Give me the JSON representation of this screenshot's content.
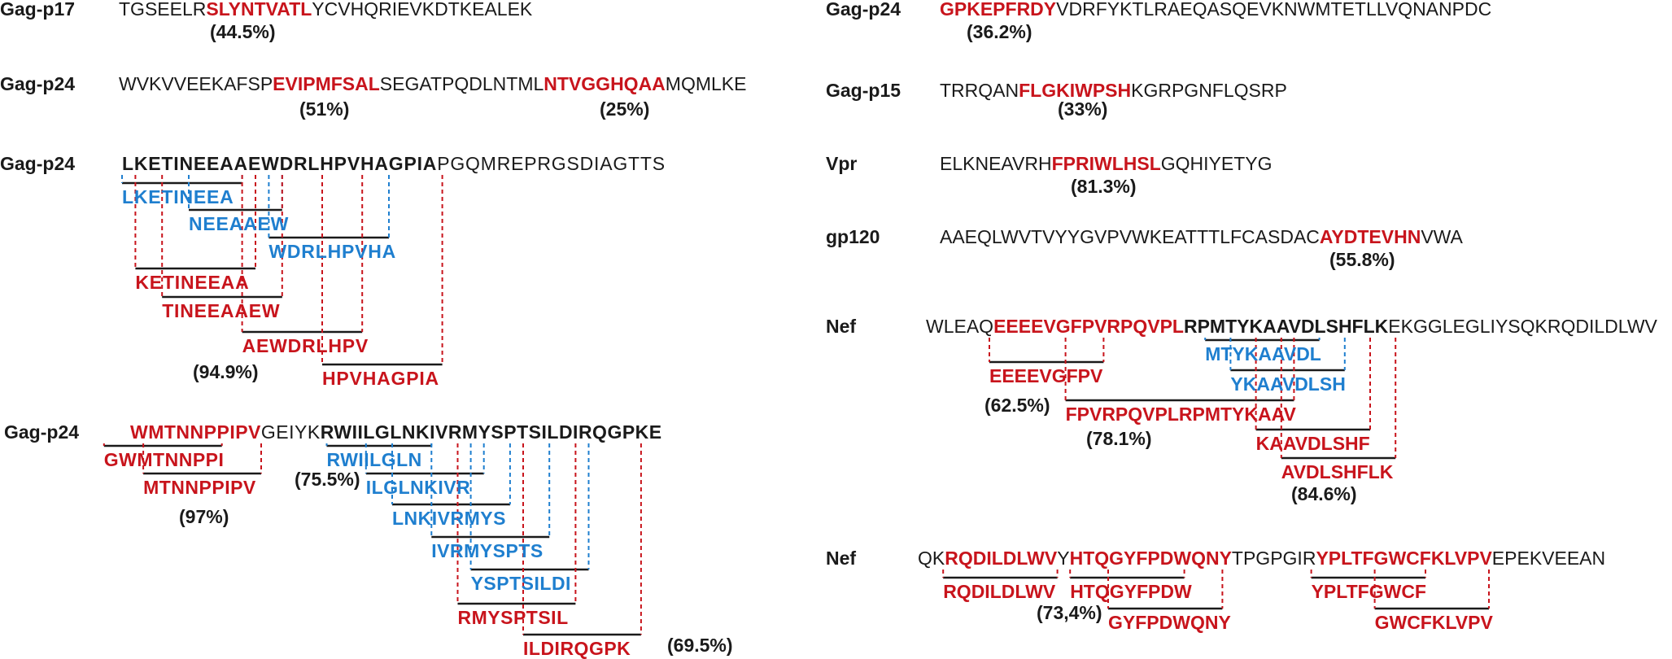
{
  "colors": {
    "epitope": "#c8141c",
    "blue_peptide": "#1f7fcf",
    "text": "#1a1a1a"
  },
  "sequences": [
    {
      "id": "s1",
      "label": "Gag-p17",
      "segments": [
        [
          "TGSEELR",
          "n"
        ],
        [
          "SLYNTVATL",
          "r"
        ],
        [
          "YCVHQRIEVKDTKEALEK",
          "n"
        ]
      ]
    },
    {
      "id": "s2",
      "label": "Gag-p24",
      "segments": [
        [
          "WVKVVEEKAFSP",
          "n"
        ],
        [
          "EVIPMFSAL",
          "r"
        ],
        [
          "SEGATPQDLNTML",
          "n"
        ],
        [
          "NTVGGHQAA",
          "r"
        ],
        [
          "MQMLKE",
          "n"
        ]
      ]
    },
    {
      "id": "s3",
      "label": "Gag-p24",
      "segments": [
        [
          "LKETINEEAAEWDRLHPVHAGPIA",
          "b"
        ],
        [
          "PGQMREPRGSDIAGTTS",
          "n"
        ]
      ]
    },
    {
      "id": "s4",
      "label": "Gag-p24",
      "segments": [
        [
          "WMTNNPPIPV",
          "r"
        ],
        [
          "GEIYK",
          "n"
        ],
        [
          "RWIILGLNKIVRMYSPTSILDIRQGPKE",
          "b"
        ]
      ]
    },
    {
      "id": "s5",
      "label": "Gag-p24",
      "segments": [
        [
          "GPKEPFRDY",
          "r"
        ],
        [
          "VDRFYKTLRAEQASQEVKNWMTETLLVQNANPDC",
          "n"
        ]
      ]
    },
    {
      "id": "s6",
      "label": "Gag-p15",
      "segments": [
        [
          "TRRQAN",
          "n"
        ],
        [
          "FLGKIWPSH",
          "r"
        ],
        [
          "KGRPGNFLQSRP",
          "n"
        ]
      ]
    },
    {
      "id": "s7",
      "label": "Vpr",
      "segments": [
        [
          "ELKNEAVRH",
          "n"
        ],
        [
          "FPRIWLHSL",
          "r"
        ],
        [
          "GQHIYETYG",
          "n"
        ]
      ]
    },
    {
      "id": "s8",
      "label": "gp120",
      "segments": [
        [
          "AAEQLWVTVYYGVPVWKEATTTLFCASDAC",
          "n"
        ],
        [
          "AYDTEVHN",
          "r"
        ],
        [
          "VWA",
          "n"
        ]
      ]
    },
    {
      "id": "s9",
      "label": "Nef",
      "segments": [
        [
          "WLEAQ",
          "n"
        ],
        [
          "EEEEVGFPVRPQVPL",
          "r"
        ],
        [
          "RPMTYKAAVDLSHFLK",
          "b"
        ],
        [
          "EKGGLEGLIYSQKRQDILDLWV",
          "n"
        ]
      ]
    },
    {
      "id": "s10",
      "label": "Nef",
      "segments": [
        [
          "QK",
          "n"
        ],
        [
          "RQDILDLWV",
          "r"
        ],
        [
          "Y",
          "n"
        ],
        [
          "HTQGYFPDWQNY",
          "r"
        ],
        [
          "TPGPGIR",
          "n"
        ],
        [
          "YPLTFGWCFKLVPV",
          "r"
        ],
        [
          "EPEKVEEAN",
          "n"
        ]
      ]
    }
  ],
  "peptides": [
    {
      "seq": "s3",
      "text": "LKETINEEA",
      "color": "blue",
      "start": 0
    },
    {
      "seq": "s3",
      "text": "NEEAAEW",
      "color": "blue",
      "start": 5
    },
    {
      "seq": "s3",
      "text": "WDRLHPVHA",
      "color": "blue",
      "start": 11
    },
    {
      "seq": "s3",
      "text": "KETINEEAA",
      "color": "red",
      "start": 1
    },
    {
      "seq": "s3",
      "text": "TINEEAAEW",
      "color": "red",
      "start": 3
    },
    {
      "seq": "s3",
      "text": "AEWDRLHPV",
      "color": "red",
      "start": 9
    },
    {
      "seq": "s3",
      "text": "HPVHAGPIA",
      "color": "red",
      "start": 15
    },
    {
      "seq": "s4",
      "text": "GWMTNNPPI",
      "color": "red",
      "start": -2
    },
    {
      "seq": "s4",
      "text": "MTNNPPIPV",
      "color": "red",
      "start": 1
    },
    {
      "seq": "s4",
      "text": "RWIILGLN",
      "color": "blue",
      "start": 15
    },
    {
      "seq": "s4",
      "text": "ILGLNKIVR",
      "color": "blue",
      "start": 18
    },
    {
      "seq": "s4",
      "text": "LNKIVRMYS",
      "color": "blue",
      "start": 20
    },
    {
      "seq": "s4",
      "text": "IVRMYSPTS",
      "color": "blue",
      "start": 23
    },
    {
      "seq": "s4",
      "text": "YSPTSILDI",
      "color": "blue",
      "start": 26
    },
    {
      "seq": "s4",
      "text": "RMYSPTSIL",
      "color": "red",
      "start": 25
    },
    {
      "seq": "s4",
      "text": "ILDIRQGPK",
      "color": "red",
      "start": 30
    },
    {
      "seq": "s9",
      "text": "MTYKAAVDL",
      "color": "blue",
      "start": 22
    },
    {
      "seq": "s9",
      "text": "YKAAVDLSH",
      "color": "blue",
      "start": 24
    },
    {
      "seq": "s9",
      "text": "EEEEVGFPV",
      "color": "red",
      "start": 5
    },
    {
      "seq": "s9",
      "text": "FPVRPQVPLRPMTYKAAV",
      "color": "red",
      "start": 11
    },
    {
      "seq": "s9",
      "text": "KAAVDLSHF",
      "color": "red",
      "start": 26
    },
    {
      "seq": "s9",
      "text": "AVDLSHFLK",
      "color": "red",
      "start": 28
    },
    {
      "seq": "s10",
      "text": "RQDILDLWV",
      "color": "red",
      "start": 2
    },
    {
      "seq": "s10",
      "text": "HTQGYFPDW",
      "color": "red",
      "start": 12
    },
    {
      "seq": "s10",
      "text": "GYFPDWQNY",
      "color": "red",
      "start": 15
    },
    {
      "seq": "s10",
      "text": "YPLTFGWCF",
      "color": "red",
      "start": 31
    },
    {
      "seq": "s10",
      "text": "GWCFKLVPV",
      "color": "red",
      "start": 36
    }
  ],
  "percents": [
    {
      "text": "(44.5%)",
      "seq": "s1"
    },
    {
      "text": "(51%)",
      "seq": "s2"
    },
    {
      "text": "(25%)",
      "seq": "s2"
    },
    {
      "text": "(94.9%)",
      "seq": "s3"
    },
    {
      "text": "(75.5%)",
      "seq": "s4"
    },
    {
      "text": "(97%)",
      "seq": "s4"
    },
    {
      "text": "(69.5%)",
      "seq": "s4"
    },
    {
      "text": "(36.2%)",
      "seq": "s5"
    },
    {
      "text": "(33%)",
      "seq": "s6"
    },
    {
      "text": "(81.3%)",
      "seq": "s7"
    },
    {
      "text": "(55.8%)",
      "seq": "s8"
    },
    {
      "text": "(62.5%)",
      "seq": "s9"
    },
    {
      "text": "(78.1%)",
      "seq": "s9"
    },
    {
      "text": "(84.6%)",
      "seq": "s9"
    },
    {
      "text": "(73,4%)",
      "seq": "s10"
    }
  ]
}
